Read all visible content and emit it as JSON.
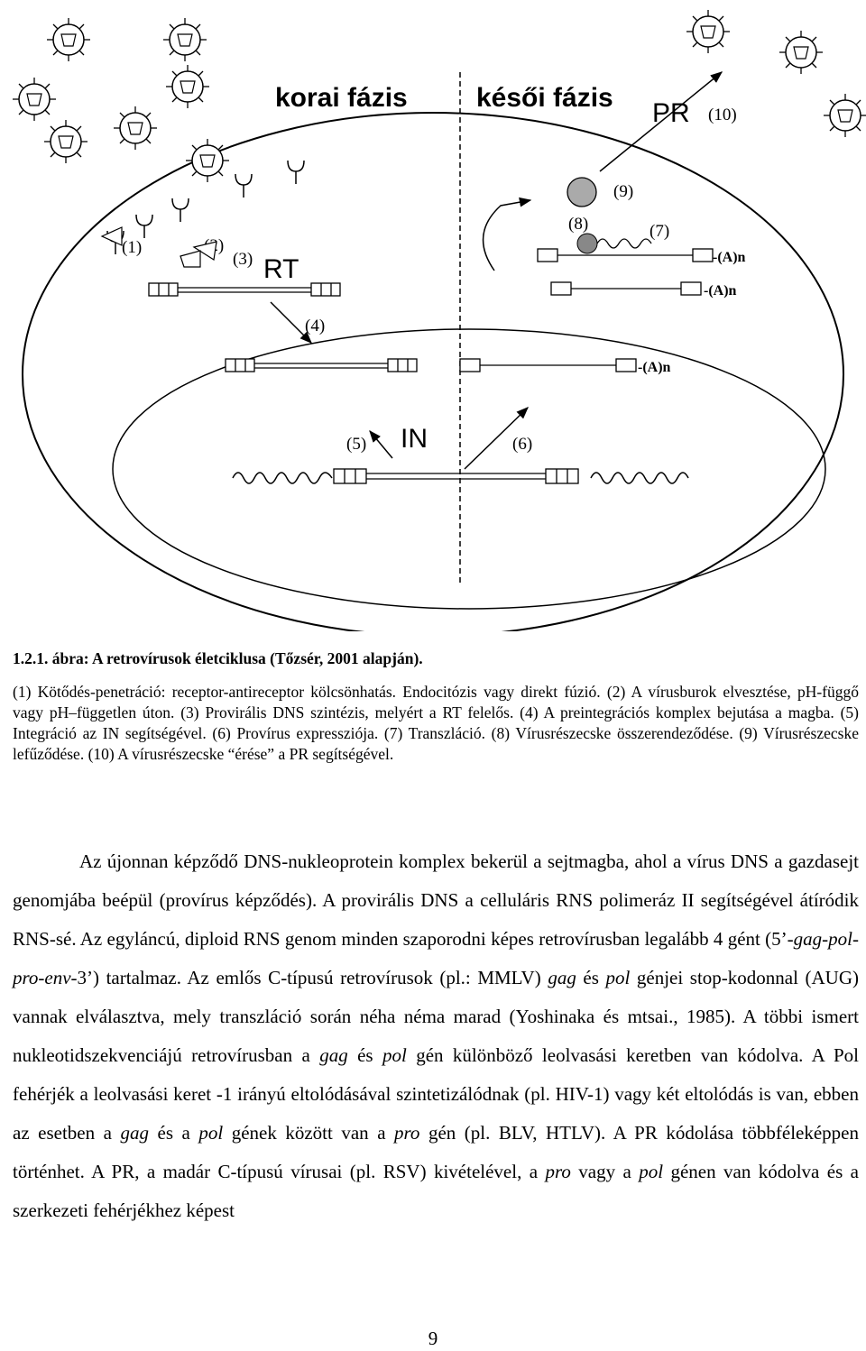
{
  "figure": {
    "phase_early": "korai fázis",
    "phase_late": "késői fázis",
    "enzyme_rt": "RT",
    "enzyme_in": "IN",
    "enzyme_pr": "PR",
    "step_labels": [
      "(1)",
      "(2)",
      "(3)",
      "(4)",
      "(5)",
      "(6)",
      "(7)",
      "(8)",
      "(9)",
      "(10)"
    ],
    "polya": "-(A)n"
  },
  "caption": {
    "title": "1.2.1. ábra: A retrovírusok életciklusa (Tőzsér, 2001 alapján).",
    "text": "(1) Kötődés-penetráció: receptor-antireceptor kölcsönhatás. Endocitózis vagy direkt fúzió. (2) A vírusburok elvesztése, pH-függő vagy pH–független úton. (3) Provirális DNS szintézis, melyért a RT felelős. (4) A preintegrációs komplex bejutása a magba. (5) Integráció az IN segítségével. (6) Provírus expressziója. (7) Transzláció. (8) Vírusrészecske összerendeződése. (9) Vírusrészecske lefűződése. (10) A vírusrészecske “érése” a PR segítségével."
  },
  "body": {
    "s1": "Az újonnan képződő DNS-nukleoprotein komplex bekerül a sejtmagba, ahol a vírus DNS a gazdasejt genomjába beépül (provírus képződés). A provirális DNS a celluláris RNS polimeráz II segítségével átíródik RNS-sé. Az egyláncú, diploid RNS genom minden szaporodni képes retrovírusban legalább 4 gént (5’-",
    "gene_string": "gag-pol-pro-env",
    "s2": "-3’) tartalmaz. Az emlős C-típusú retrovírusok (pl.: MMLV) ",
    "gag": "gag",
    "and": " és ",
    "pol": "pol",
    "s3": " génjei stop-kodonnal (AUG) vannak elválasztva, mely transzláció során néha néma marad (Yoshinaka és mtsai., 1985). A többi ismert nukleotidszekvenciájú  retrovírusban a ",
    "s4": " gén különböző leolvasási keretben van kódolva. A Pol fehérjék a leolvasási keret -1 irányú eltolódásával szintetizálódnak (pl. HIV-1) vagy két eltolódás is van, ebben az esetben a ",
    "and_a": " és a ",
    "s5": " gének között van a ",
    "pro": "pro",
    "s6": " gén (pl. BLV, HTLV). A PR kódolása többféleképpen történhet. A PR, a madár C-típusú vírusai (pl. RSV) kivételével, a ",
    "or": " vagy a ",
    "s7": " génen van kódolva és a szerkezeti fehérjékhez képest"
  },
  "page_number": "9"
}
